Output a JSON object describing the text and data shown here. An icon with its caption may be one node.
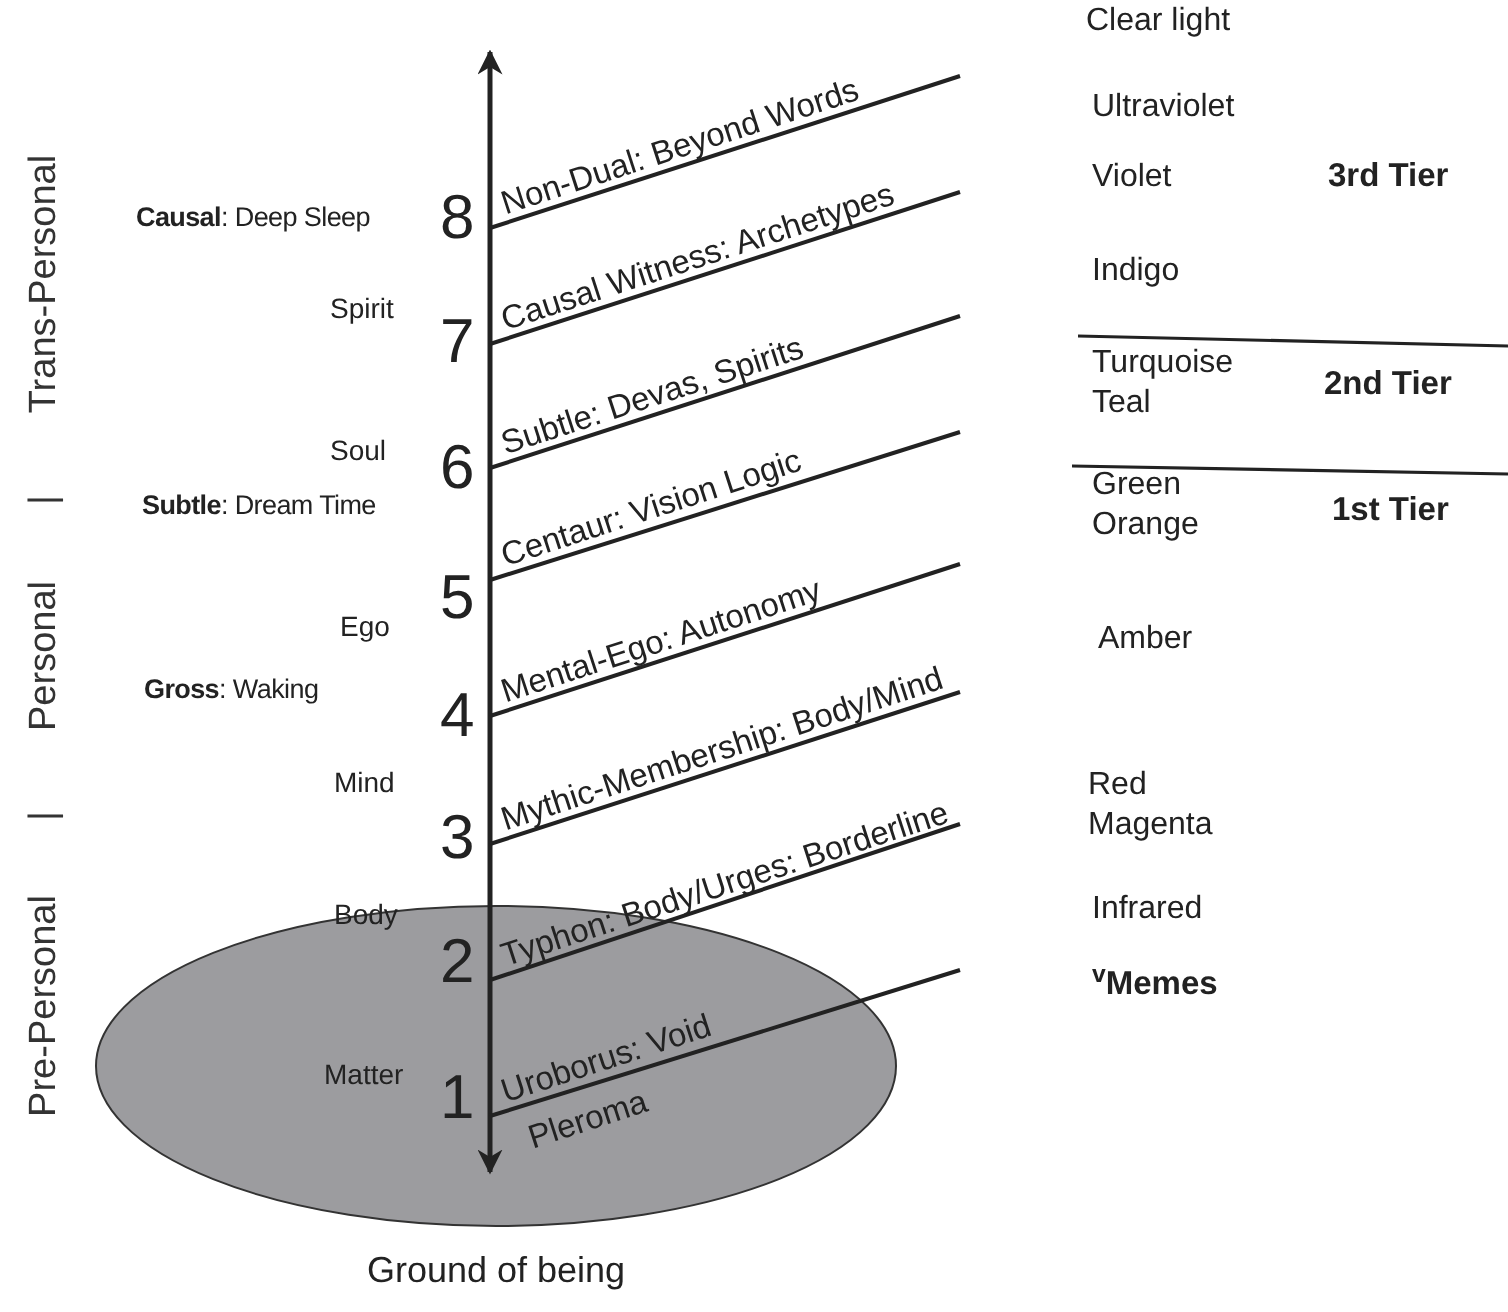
{
  "diagram": {
    "nodes": [
      {
        "text": [
          "Ground of being"
        ]
      }
    ],
    "edges": [],
    "labels": [
      "Trans-Personal",
      "|",
      "Personal",
      "|",
      "Pre-Personal",
      "Clear light",
      "Non-Dual: Beyond Words",
      "Ultraviolet",
      "8",
      "**Causal**: Deep Sleep",
      "Causal Witness: Archetypes",
      "Violet",
      "3rd Tier",
      "Spirit",
      "7",
      "Indigo",
      "Subtle: Devas, Spirits",
      "Turquoise Teal",
      "2nd Tier",
      "Soul",
      "6",
      "**Subtle**: Dream Time",
      "Centaur: Vision Logic",
      "Green Orange",
      "1st Tier",
      "5",
      "Ego",
      "Mental-Ego: Autonomy",
      "**Gross**: Waking",
      "4",
      "Amber",
      "Mythic-Membership: Body/Mind",
      "Mind",
      "3",
      "Red Magenta",
      "Typhon: Body/Urges: Borderline",
      "Body",
      "2",
      "Infrared",
      "Uroborus: Void",
      "Matter",
      "1",
      "Pleroma",
      "$^{v}$Memes"
    ]
  }
}
